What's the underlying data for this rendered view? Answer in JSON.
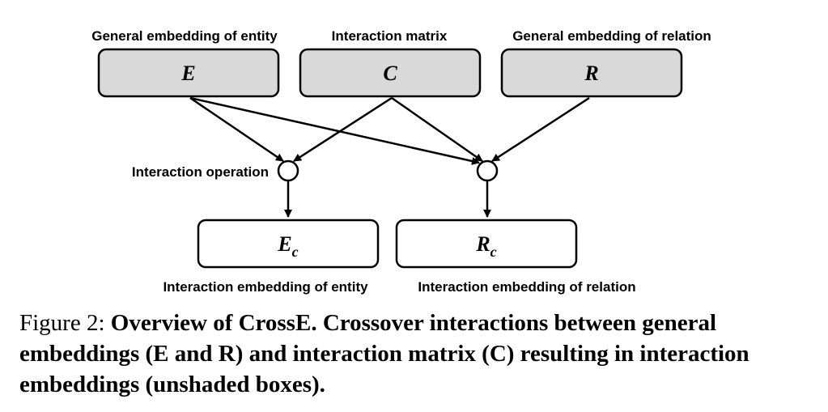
{
  "labels": {
    "entity_general": "General embedding of entity",
    "interaction_matrix": "Interaction matrix",
    "relation_general": "General embedding of relation",
    "interaction_operation": "Interaction operation",
    "entity_interaction": "Interaction embedding of entity",
    "relation_interaction": "Interaction embedding of relation"
  },
  "nodes": {
    "E": "E",
    "C": "C",
    "R": "R",
    "Ec": {
      "base": "E",
      "sub": "c"
    },
    "Rc": {
      "base": "R",
      "sub": "c"
    }
  },
  "colors": {
    "shaded_box": "#d9d9d9",
    "unshaded_box": "#ffffff",
    "stroke": "#000000"
  },
  "caption": {
    "label": "Figure 2:",
    "text": "Overview of CrossE. Crossover interactions between general embeddings (E and R) and interaction matrix (C) resulting in interaction embeddings (unshaded boxes)."
  }
}
